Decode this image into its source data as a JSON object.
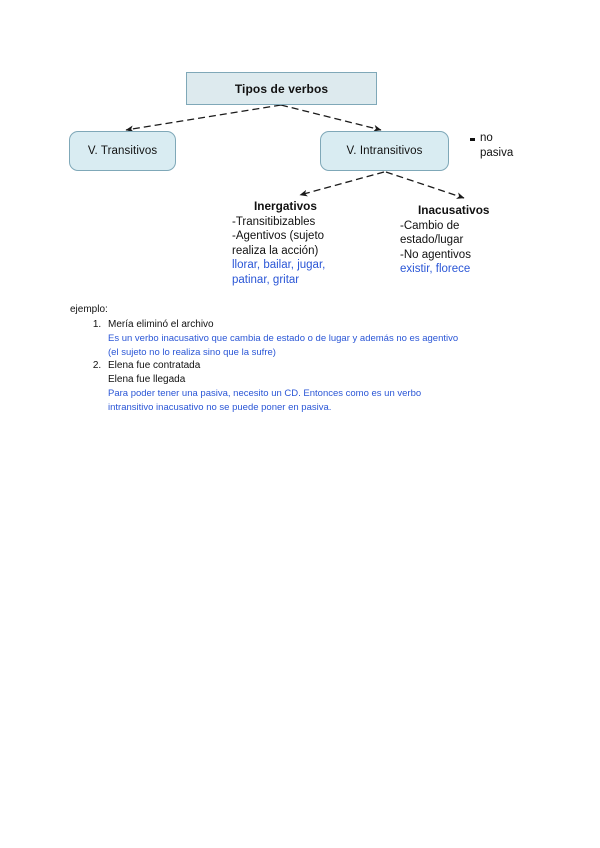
{
  "document": {
    "title": "Tipos de verbos"
  },
  "diagram": {
    "root": {
      "label": "Tipos de verbos"
    },
    "branches": [
      {
        "label": "V. Transitivos"
      },
      {
        "label": "V. Intransitivos"
      }
    ],
    "annotation": {
      "label": "no\npasiva",
      "marker": "square-bullet-icon"
    },
    "subcategories": [
      {
        "heading": "Inergativos",
        "bullets": "-Transitibizables\n-Agentivos (sujeto\nrealiza la acción)",
        "examples": "llorar, bailar, jugar,\npatinar, gritar"
      },
      {
        "heading": "Inacusativos",
        "bullets": "-Cambio de\nestado/lugar\n-No agentivos",
        "examples": "existir, florece"
      }
    ],
    "colors": {
      "node_fill": "#d9ecf2",
      "node_border": "#7fa8b8",
      "root_fill": "#ddeaee",
      "connector": "#1a1a1a",
      "example_text": "#2a56d6"
    }
  },
  "example": {
    "label": "ejemplo:",
    "items": [
      {
        "lines": [
          "Mería eliminó el archivo"
        ],
        "note": "Es un verbo inacusativo que cambia de estado o de lugar y además no es agentivo\n(el sujeto no lo realiza sino que la sufre)"
      },
      {
        "lines": [
          "Elena fue contratada",
          "Elena fue llegada"
        ],
        "note": "Para poder tener una pasiva, necesito un CD. Entonces como es un verbo\nintransitivo inacusativo no se puede poner en pasiva."
      }
    ]
  }
}
